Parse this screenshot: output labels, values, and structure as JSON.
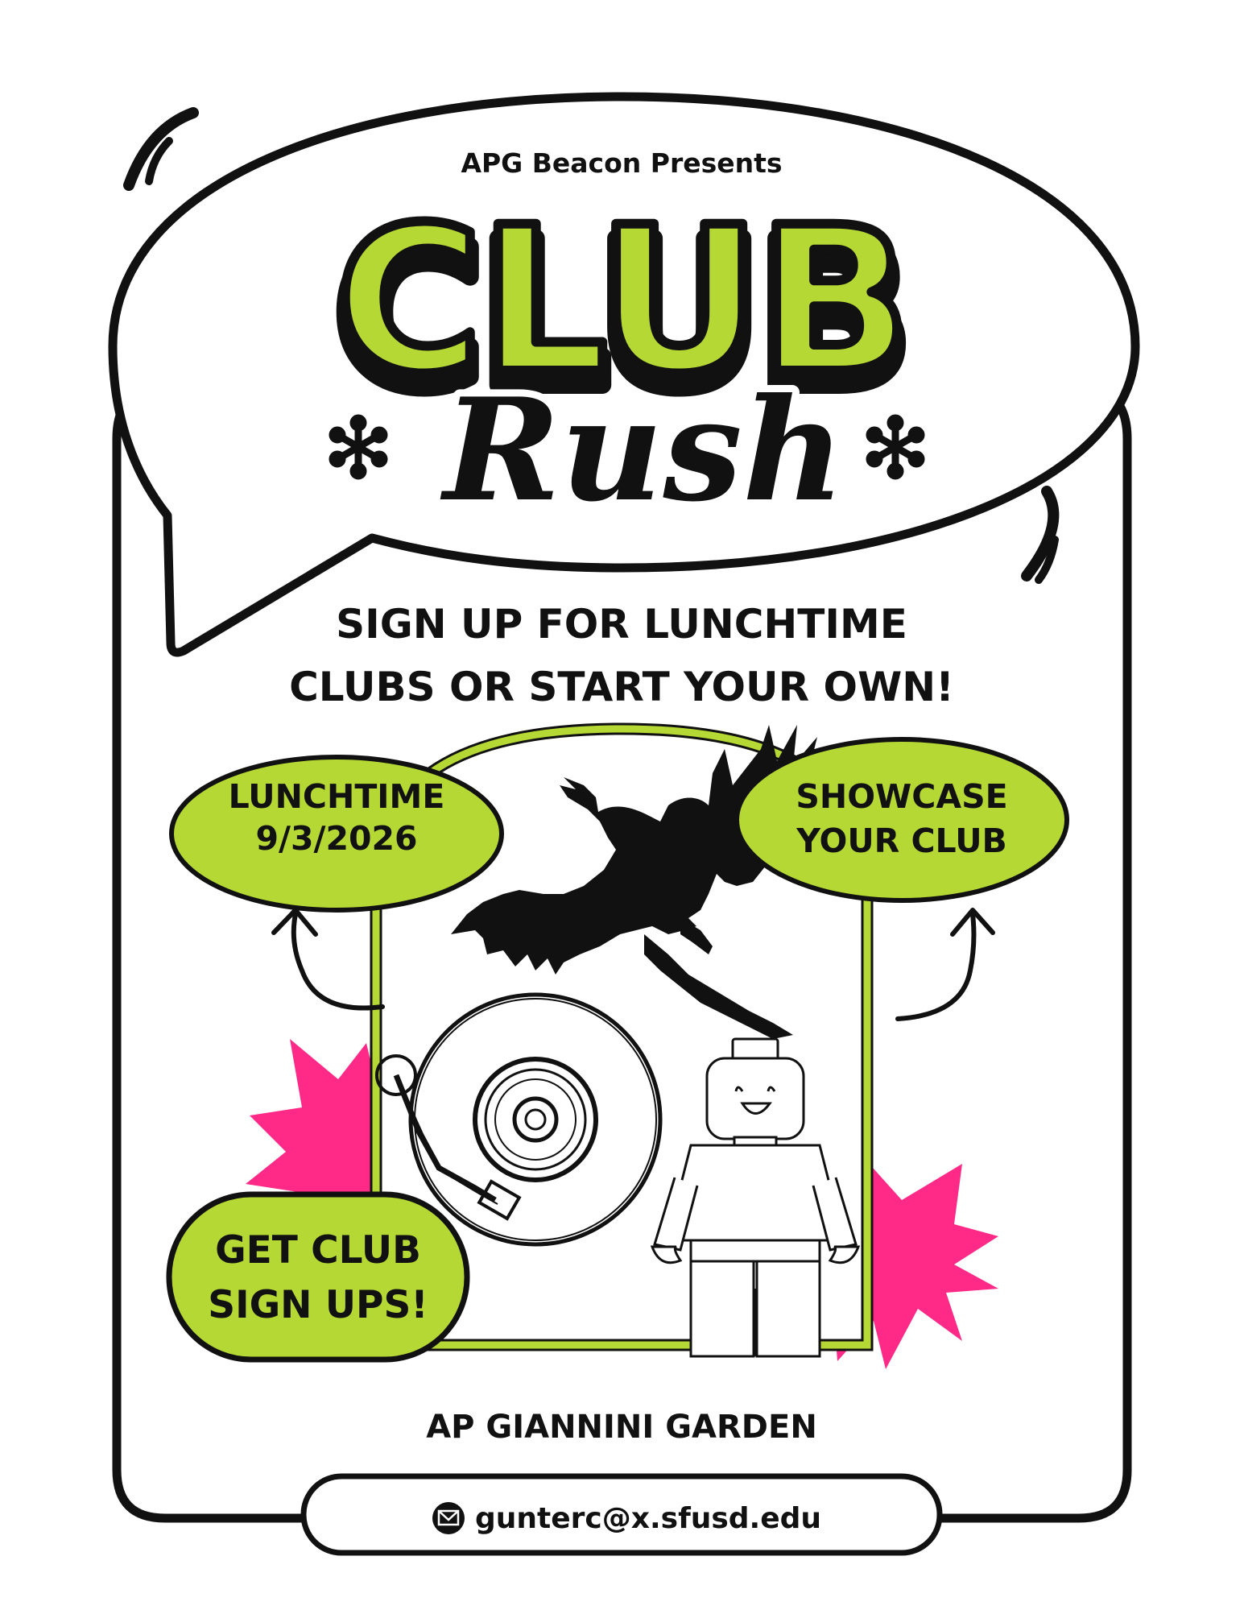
{
  "header": {
    "presenter": "APG Beacon Presents",
    "title_main": "CLUB",
    "title_script": "Rush"
  },
  "tagline": {
    "line1": "SIGN UP FOR LUNCHTIME",
    "line2": "CLUBS OR START YOUR OWN!"
  },
  "bubbles": {
    "left_line1": "LUNCHTIME",
    "left_line2": "9/3/2026",
    "right_line1": "SHOWCASE",
    "right_line2": "YOUR CLUB",
    "bottom_line1": "GET CLUB",
    "bottom_line2": "SIGN UPS!"
  },
  "location": "AP GIANNINI GARDEN",
  "contact": {
    "email": "gunterc@x.sfusd.edu",
    "icon": "envelope-icon"
  },
  "colors": {
    "accent_green": "#b5d834",
    "accent_pink": "#ff2a88",
    "ink": "#111111",
    "paper": "#ffffff"
  }
}
